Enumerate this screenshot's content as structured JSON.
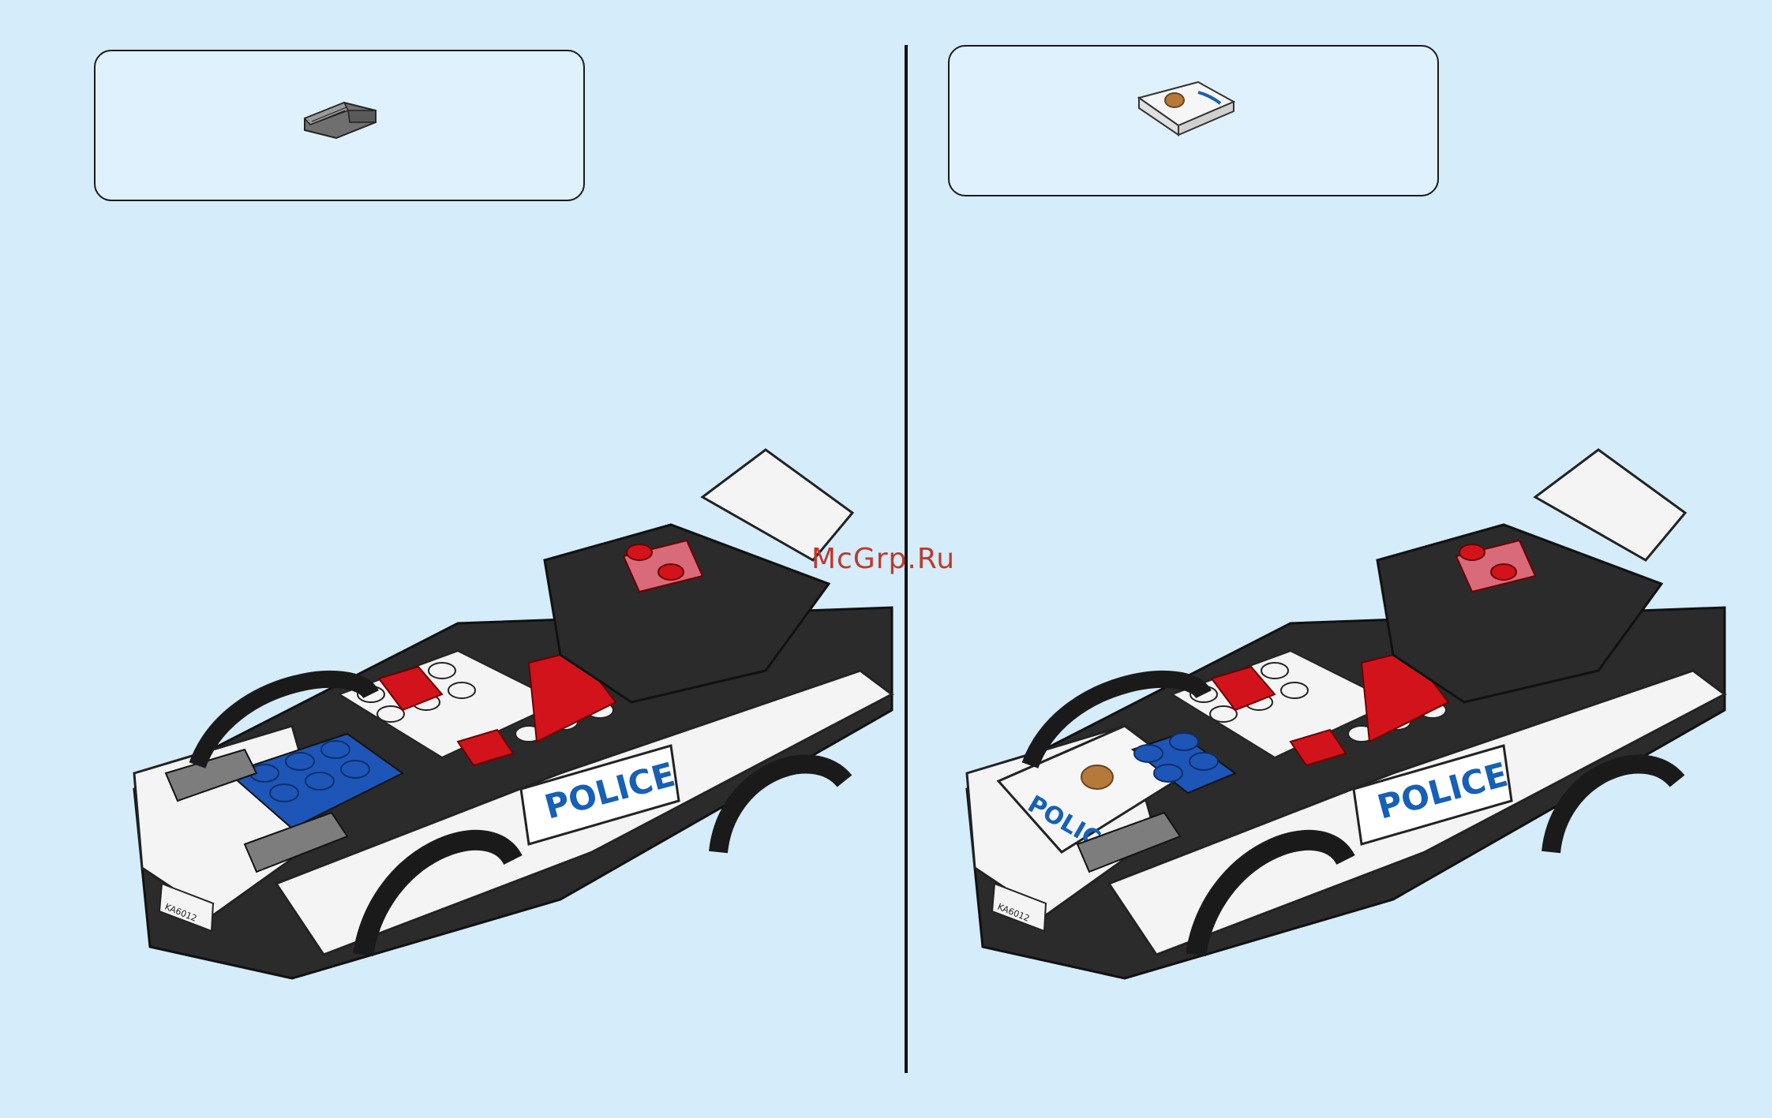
{
  "steps": {
    "left": {
      "car_label": "POLICE",
      "plate": "KA6012"
    },
    "right": {
      "car_label": "POLICE",
      "plate": "KA6012",
      "hood_label": "POLICE"
    }
  },
  "watermark": "McGrp.Ru",
  "colors": {
    "background": "#d5ecfb",
    "box_fill": "#dff1fd",
    "brick_white": "#f4f4f4",
    "brick_black": "#2b2b2b",
    "brick_blue": "#1e56b8",
    "brick_red": "#d3131b",
    "brick_grey": "#7d7d7d",
    "label_blue": "#1660b6"
  }
}
